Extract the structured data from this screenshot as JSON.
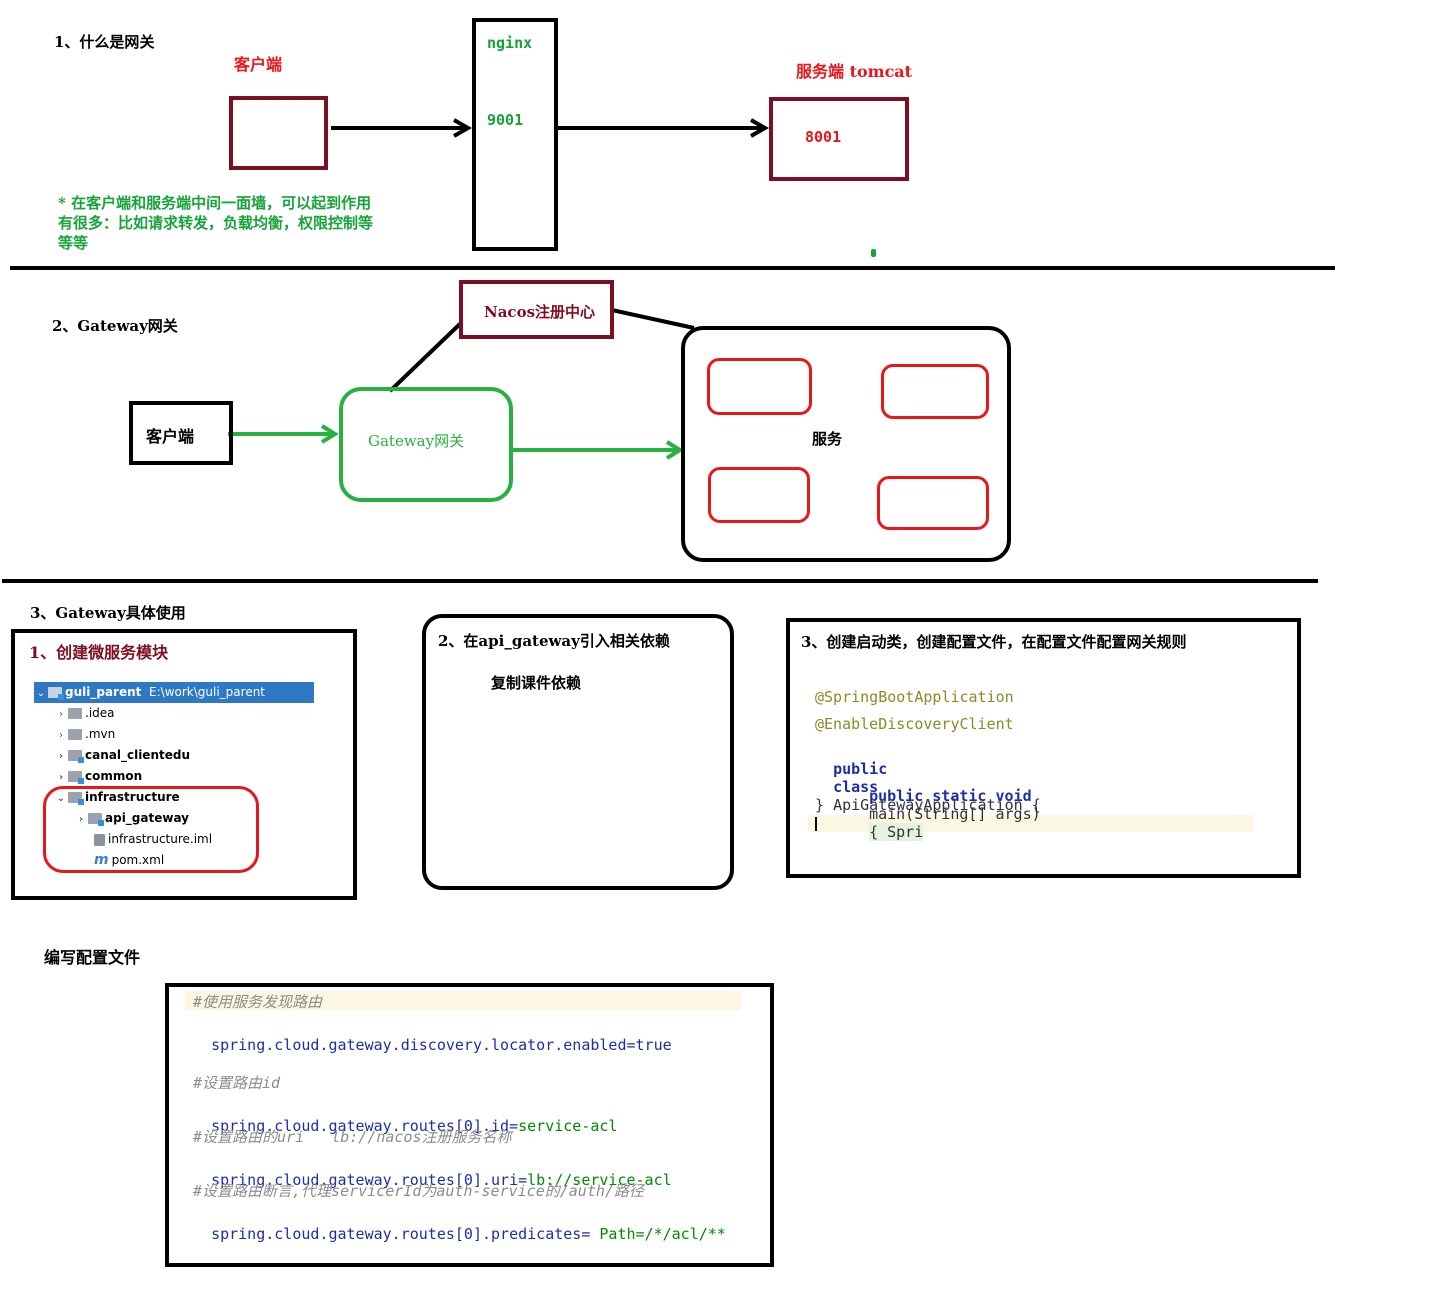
{
  "section1": {
    "title": "1、什么是网关",
    "client_label": "客户端",
    "nginx_label": "nginx",
    "nginx_port": "9001",
    "server_label": "服务端 tomcat",
    "server_port": "8001",
    "note_lines": [
      "* 在客户端和服务端中间一面墙，可以起到作用",
      "有很多：比如请求转发，负载均衡，权限控制等",
      "等等"
    ]
  },
  "section2": {
    "title": "2、Gateway网关",
    "nacos_label": "Nacos注册中心",
    "client_label": "客户端",
    "gateway_label": "Gateway网关",
    "service_label": "服务"
  },
  "section3": {
    "title": "3、Gateway具体使用",
    "step1": {
      "title": "1、创建微服务模块",
      "tree": {
        "root_name": "guli_parent",
        "root_path": "E:\\work\\guli_parent",
        "items": [
          {
            "name": ".idea"
          },
          {
            "name": ".mvn"
          },
          {
            "name": "canal_clientedu"
          },
          {
            "name": "common"
          },
          {
            "name": "infrastructure"
          },
          {
            "name": "api_gateway"
          },
          {
            "name": "infrastructure.iml"
          },
          {
            "name": "pom.xml"
          }
        ]
      }
    },
    "step2": {
      "title": "2、在api_gateway引入相关依赖",
      "body": "复制课件依赖"
    },
    "step3": {
      "title": "3、创建启动类，创建配置文件，在配置文件配置网关规则",
      "code": {
        "annotation1": "@SpringBootApplication",
        "annotation2": "@EnableDiscoveryClient",
        "kw_public": "public",
        "kw_class": "class",
        "class_name": "ApiGatewayApplication {",
        "kw_static": "public static void",
        "main_sig": "main(String[] args)",
        "main_body": "{ Spri",
        "close_brace": "}"
      }
    }
  },
  "config": {
    "title": "编写配置文件",
    "lines": [
      {
        "kind": "comment",
        "text": "#使用服务发现路由"
      },
      {
        "kind": "prop",
        "key": "spring.cloud.gateway.discovery.locator.enabled",
        "value": "true"
      },
      {
        "kind": "comment",
        "text": "#设置路由id"
      },
      {
        "kind": "prop",
        "key": "spring.cloud.gateway.routes[0].id",
        "value": "service-acl"
      },
      {
        "kind": "comment",
        "text": "#设置路由的uri   lb://nacos注册服务名称"
      },
      {
        "kind": "prop",
        "key": "spring.cloud.gateway.routes[0].uri",
        "value": "lb://service-acl"
      },
      {
        "kind": "comment",
        "text": "#设置路由断言,代理servicerId为auth-service的/auth/路径"
      },
      {
        "kind": "prop",
        "key": "spring.cloud.gateway.routes[0].predicates",
        "value": " Path=/*/acl/**"
      }
    ]
  },
  "colors": {
    "red": "#e8161d",
    "dark_red": "#7d0f22",
    "green": "#18a33a",
    "gateway_green": "#29b042",
    "code_blue": "#1d2fa8",
    "code_green": "#008a00",
    "comment_gray": "#8c8c8c",
    "annotation_olive": "#8b8b26"
  }
}
